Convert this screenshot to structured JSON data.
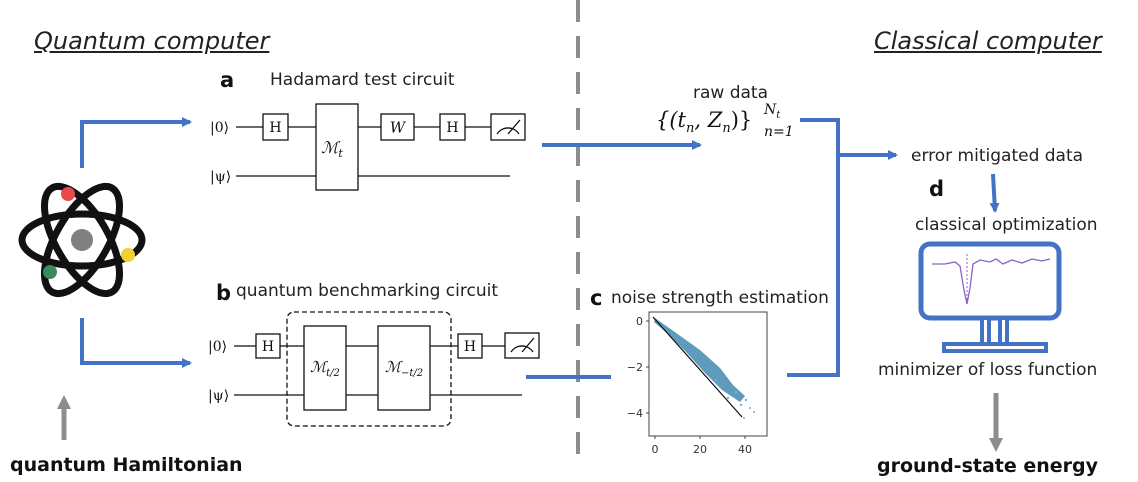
{
  "headers": {
    "quantum": "Quantum computer",
    "classical": "Classical computer"
  },
  "panel_a": {
    "letter": "a",
    "title": "Hadamard test circuit",
    "ket0": "|0⟩",
    "ketpsi": "|ψ⟩",
    "gate_h1": "H",
    "gate_m": "ℳ",
    "gate_m_sub": "t",
    "gate_w": "W",
    "gate_h2": "H"
  },
  "panel_b": {
    "letter": "b",
    "title": "quantum benchmarking circuit",
    "ket0": "|0⟩",
    "ketpsi": "|ψ⟩",
    "gate_h1": "H",
    "gate_m1": "ℳ",
    "gate_m1_sub": "t/2",
    "gate_m2": "ℳ",
    "gate_m2_sub": "−t/2",
    "gate_h2": "H"
  },
  "raw_data": {
    "label": "raw data",
    "formula_main": "{(t",
    "formula_n1": "n",
    "formula_mid": ", Z",
    "formula_n2": "n",
    "formula_end": ")}",
    "sup": "N",
    "sup_sub": "t",
    "sub": "n=1"
  },
  "panel_c": {
    "letter": "c",
    "title": "noise strength estimation",
    "y_ticks": [
      "0",
      "−2",
      "−4"
    ],
    "x_ticks": [
      "0",
      "20",
      "40"
    ]
  },
  "panel_d": {
    "letter": "d",
    "error_mitigated": "error mitigated data",
    "optimization": "classical optimization",
    "minimizer": "minimizer of loss function",
    "output": "ground-state energy"
  },
  "input": {
    "label": "quantum Hamiltonian"
  },
  "colors": {
    "arrow_blue": "#4472c4",
    "divider_gray": "#8c8c8c",
    "atom_red": "#e64a4a",
    "atom_yellow": "#f2cf33",
    "atom_green": "#3a8a5c",
    "atom_gray": "#808080",
    "spectrum_purple": "#8a63c7"
  }
}
